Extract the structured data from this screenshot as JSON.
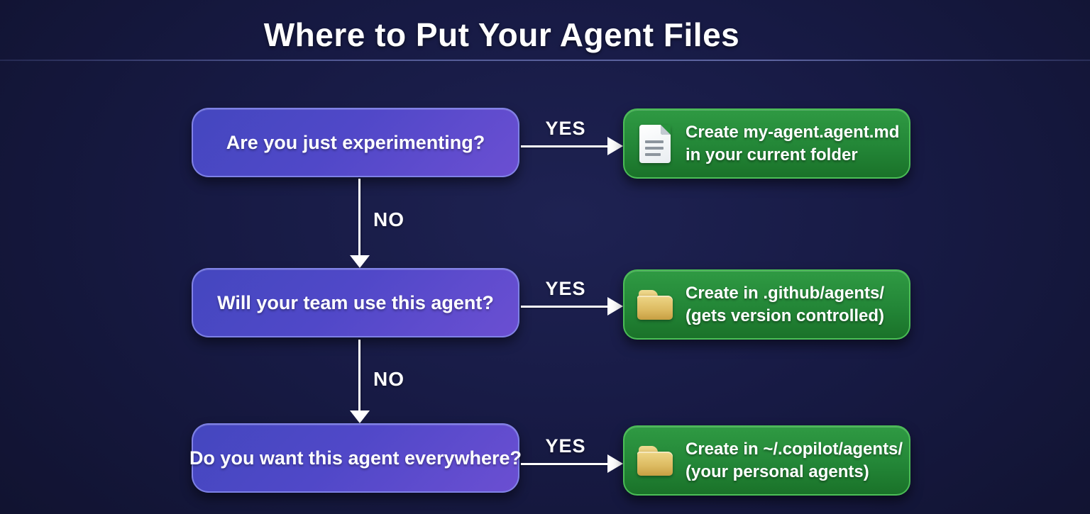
{
  "title": "Where to Put Your Agent Files",
  "colors": {
    "background": "#171a44",
    "question_box_start": "#4447bf",
    "question_box_end": "#6b4fd2",
    "question_border": "#878ceb",
    "result_box": "#238637",
    "result_border": "#50c35a",
    "arrow": "#ffffff",
    "folder_icon": "#dcba60",
    "document_icon": "#ffffff"
  },
  "rows": [
    {
      "question": "Are you just experimenting?",
      "yes_label": "YES",
      "no_label": "NO",
      "result": {
        "icon": "document-icon",
        "line1": "Create my-agent.agent.md",
        "line2": "in your current folder"
      }
    },
    {
      "question": "Will your team use this agent?",
      "yes_label": "YES",
      "no_label": "NO",
      "result": {
        "icon": "folder-icon",
        "line1": "Create in .github/agents/",
        "line2": "(gets version controlled)"
      }
    },
    {
      "question": "Do you want this agent everywhere?",
      "yes_label": "YES",
      "result": {
        "icon": "folder-icon",
        "line1": "Create in ~/.copilot/agents/",
        "line2": "(your personal agents)"
      }
    }
  ]
}
